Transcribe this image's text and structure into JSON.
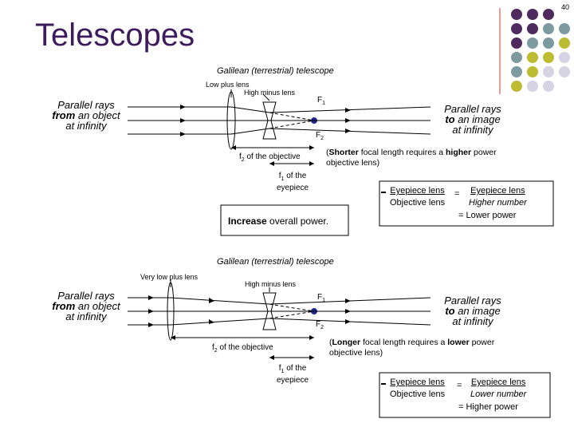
{
  "page_number": "40",
  "title": "Telescopes",
  "colors": {
    "title": "#3d1c5b",
    "dot_purple": "#4f2a5e",
    "dot_teal": "#7d9aa0",
    "dot_olive": "#bdbb32",
    "dot_lavender": "#d6d3e2"
  },
  "diagram1": {
    "subtitle": "Galilean (terrestrial) telescope",
    "objective_label": "Low plus lens",
    "eyepiece_label": "High minus lens",
    "rays_left": [
      "Parallel rays",
      "from an object",
      "at infinity"
    ],
    "rays_left_bold": "from",
    "rays_right": [
      "Parallel rays",
      "to an image",
      "at infinity"
    ],
    "rays_right_bold": "to",
    "f1": "F",
    "f1_sub": "1",
    "f2": "F",
    "f2_sub": "2",
    "f2_label_pre": "f",
    "f2_label_sub": "2",
    "f2_label_post": " of the objective",
    "f1_label_pre": "f",
    "f1_label_sub": "1",
    "f1_label_post": " of the",
    "f1_label_line2": "eyepiece",
    "note_bold1": "Shorter",
    "note_mid": " focal length requires a ",
    "note_bold2": "higher",
    "note_end": " power",
    "note_line2": "objective lens)",
    "power_box_bold": "Increase",
    "power_box_rest": " overall power.",
    "formula_num": "Eyepiece lens",
    "formula_den": "Objective lens",
    "formula_eq": "=",
    "formula_rhs_num": "Eyepiece lens",
    "formula_rhs_den": "Higher number",
    "formula_result": "= Lower power"
  },
  "diagram2": {
    "subtitle": "Galilean (terrestrial) telescope",
    "objective_label": "Very low plus lens",
    "eyepiece_label": "High minus lens",
    "rays_left": [
      "Parallel rays",
      "from an object",
      "at infinity"
    ],
    "rays_left_bold": "from",
    "rays_right": [
      "Parallel rays",
      "to an image",
      "at infinity"
    ],
    "rays_right_bold": "to",
    "f1": "F",
    "f1_sub": "1",
    "f2": "F",
    "f2_sub": "2",
    "f2_label_pre": "f",
    "f2_label_sub": "2",
    "f2_label_post": " of the objective",
    "f1_label_pre": "f",
    "f1_label_sub": "1",
    "f1_label_post": " of the",
    "f1_label_line2": "eyepiece",
    "note_bold1": "Longer",
    "note_mid": " focal length requires a ",
    "note_bold2": "lower",
    "note_end": " power",
    "note_line2": "objective lens)",
    "formula_num": "Eyepiece lens",
    "formula_den": "Objective lens",
    "formula_eq": "=",
    "formula_rhs_num": "Eyepiece lens",
    "formula_rhs_den": "Lower number",
    "formula_result": "= Higher power"
  }
}
